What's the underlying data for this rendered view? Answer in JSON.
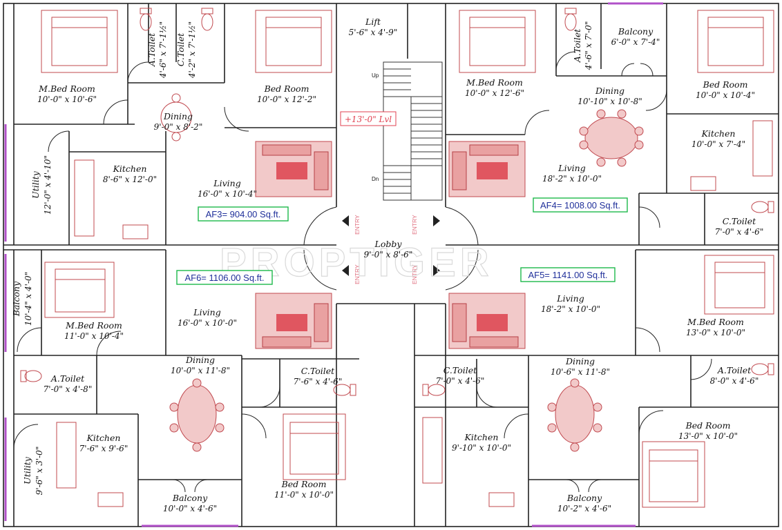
{
  "rooms": [
    {
      "id": "af3-mbed",
      "name": "M.Bed Room",
      "dim": "10'-0\" x 10'-6\""
    },
    {
      "id": "af3-atoilet",
      "name": "A.Toilet",
      "dim": "4'-6\" x 7'-1½\""
    },
    {
      "id": "af3-ctoilet",
      "name": "C.Toilet",
      "dim": "4'-2\" x 7'-1½\""
    },
    {
      "id": "af3-bed",
      "name": "Bed Room",
      "dim": "10'-0\" x 12'-2\""
    },
    {
      "id": "af3-dining",
      "name": "Dining",
      "dim": "9'-0\" x 8'-2\""
    },
    {
      "id": "af3-kitchen",
      "name": "Kitchen",
      "dim": "8'-6\" x 12'-0\""
    },
    {
      "id": "af3-utility",
      "name": "Utility",
      "dim": "12'-0\" x 4'-10\""
    },
    {
      "id": "af3-living",
      "name": "Living",
      "dim": "16'-0\" x 10'-4\""
    },
    {
      "id": "lift",
      "name": "Lift",
      "dim": "5'-6\" x 4'-9\""
    },
    {
      "id": "af4-mbed",
      "name": "M.Bed Room",
      "dim": "10'-0\" x 12'-6\""
    },
    {
      "id": "af4-atoilet",
      "name": "A.Toilet",
      "dim": "4'-6\" x 7'-0\""
    },
    {
      "id": "af4-balcony",
      "name": "Balcony",
      "dim": "6'-0\" x 7'-4\""
    },
    {
      "id": "af4-bed",
      "name": "Bed Room",
      "dim": "10'-0\" x 10'-4\""
    },
    {
      "id": "af4-dining",
      "name": "Dining",
      "dim": "10'-10\" x 10'-8\""
    },
    {
      "id": "af4-kitchen",
      "name": "Kitchen",
      "dim": "10'-0\" x 7'-4\""
    },
    {
      "id": "af4-living",
      "name": "Living",
      "dim": "18'-2\" x 10'-0\""
    },
    {
      "id": "af4-ctoilet",
      "name": "C.Toilet",
      "dim": "7'-0\" x 4'-6\""
    },
    {
      "id": "lobby",
      "name": "Lobby",
      "dim": "9'-0\" x 8'-6\""
    },
    {
      "id": "af6-balcony",
      "name": "Balcony",
      "dim": "10'-4\" x 4'-0\""
    },
    {
      "id": "af6-mbed",
      "name": "M.Bed Room",
      "dim": "11'-0\" x 10'-4\""
    },
    {
      "id": "af6-living",
      "name": "Living",
      "dim": "16'-0\" x 10'-0\""
    },
    {
      "id": "af6-atoilet",
      "name": "A.Toilet",
      "dim": "7'-0\" x 4'-8\""
    },
    {
      "id": "af6-dining",
      "name": "Dining",
      "dim": "10'-0\" x 11'-8\""
    },
    {
      "id": "af6-ctoilet",
      "name": "C.Toilet",
      "dim": "7'-6\" x 4'-6\""
    },
    {
      "id": "af6-kitchen",
      "name": "Kitchen",
      "dim": "7'-6\" x 9'-6\""
    },
    {
      "id": "af6-utility",
      "name": "Utility",
      "dim": "9'-6\" x 3'-0\""
    },
    {
      "id": "af6-balcony2",
      "name": "Balcony",
      "dim": "10'-0\" x 4'-6\""
    },
    {
      "id": "af6-bed",
      "name": "Bed Room",
      "dim": "11'-0\" x 10'-0\""
    },
    {
      "id": "af5-living",
      "name": "Living",
      "dim": "18'-2\" x 10'-0\""
    },
    {
      "id": "af5-mbed",
      "name": "M.Bed Room",
      "dim": "13'-0\" x 10'-0\""
    },
    {
      "id": "af5-ctoilet",
      "name": "C.Toilet",
      "dim": "7'-0\" x 4'-6\""
    },
    {
      "id": "af5-dining",
      "name": "Dining",
      "dim": "10'-6\" x 11'-8\""
    },
    {
      "id": "af5-atoilet",
      "name": "A.Toilet",
      "dim": "8'-0\" x 4'-6\""
    },
    {
      "id": "af5-kitchen",
      "name": "Kitchen",
      "dim": "9'-10\" x 10'-0\""
    },
    {
      "id": "af5-bed",
      "name": "Bed Room",
      "dim": "13'-0\" x 10'-0\""
    },
    {
      "id": "af5-balcony",
      "name": "Balcony",
      "dim": "10'-2\" x 4'-6\""
    }
  ],
  "areas": {
    "af3": "AF3= 904.00 Sq.ft.",
    "af4": "AF4= 1008.00 Sq.ft.",
    "af6": "AF6= 1106.00 Sq.ft.",
    "af5": "AF5= 1141.00 Sq.ft."
  },
  "level": "+13'-0\" Lvl",
  "stair": {
    "up": "Up",
    "down": "Dn"
  },
  "entry": "ENTRY",
  "watermark": "PROPTIGER",
  "colors": {
    "wall": "#222222",
    "furniture": "#c0484e",
    "rug": "#e05660",
    "area_box_border": "#1db84a",
    "area_text": "#1f2f9a",
    "level_text": "#e04050",
    "accent_window": "#b050c8"
  }
}
